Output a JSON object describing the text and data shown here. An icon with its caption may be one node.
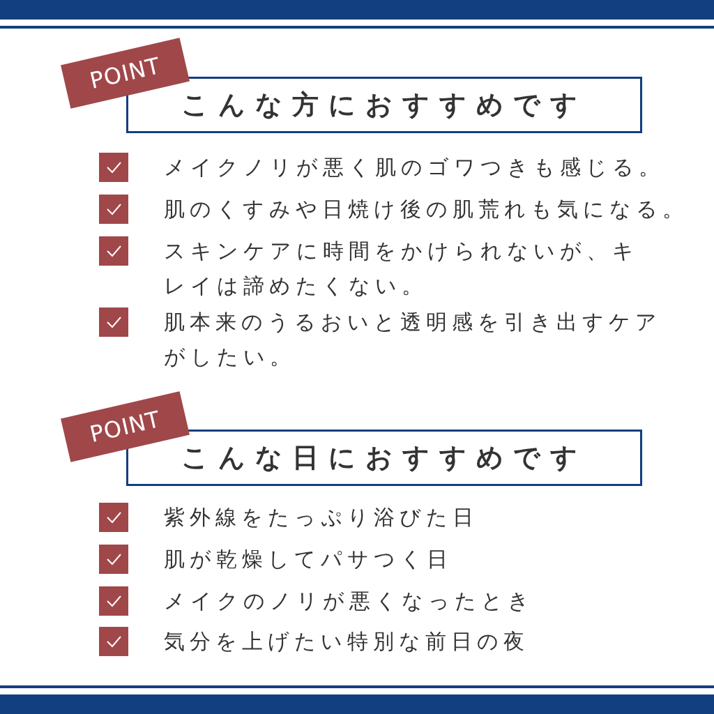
{
  "diagram": {
    "nodes": [
      {
        "text": [
          "POINT"
        ]
      },
      {
        "text": [
          "こんな方におすすめです"
        ]
      },
      {
        "text": [
          "POINT"
        ]
      },
      {
        "text": [
          "こんな日におすすめです"
        ]
      }
    ],
    "labels": [
      "メイクノリが悪く肌のゴワつきも感じる。",
      "肌のくすみや日焼け後の肌荒れも気になる。",
      "スキンケアに時間をかけられないが、キレイは諦めたくない。",
      "肌本来のうるおいと透明感を引き出すケアがしたい。",
      "紫外線をたっぷり浴びた日",
      "肌が乾燥してパサつく日",
      "メイクのノリが悪くなったとき",
      "気分を上げたい特別な前日の夜"
    ]
  }
}
